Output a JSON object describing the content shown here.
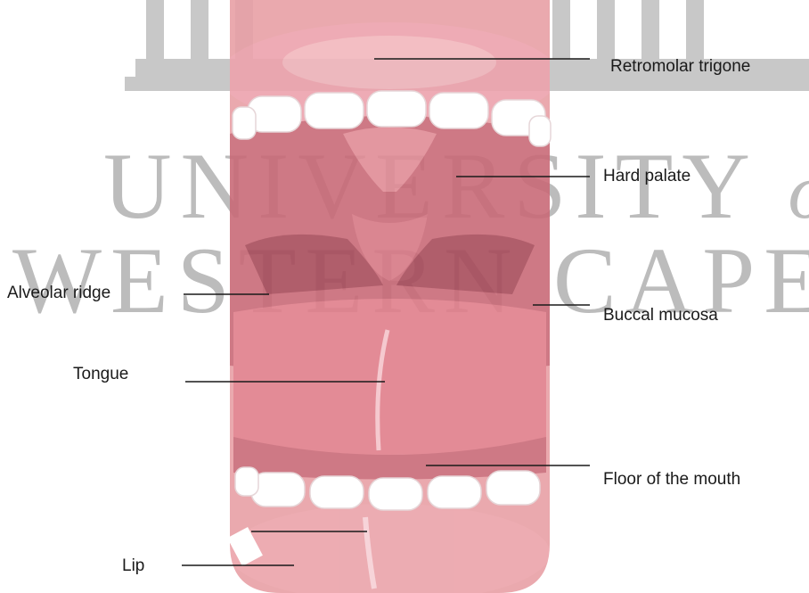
{
  "watermark": {
    "line1_main": "UNIVERSITY",
    "line1_italic": "of the",
    "line2": "WESTERN CAPE",
    "color": "#bcbcbc"
  },
  "labels": {
    "retromolar_trigone": "Retromolar trigone",
    "hard_palate": "Hard palate",
    "alveolar_ridge": "Alveolar ridge",
    "buccal_mucosa": "Buccal mucosa",
    "tongue": "Tongue",
    "floor_of_mouth": "Floor of the mouth",
    "lip": "Lip"
  },
  "colors": {
    "lip": "#e8a0a6",
    "gum": "#eda3ad",
    "palate": "#c96b78",
    "throat": "#a84d5c",
    "tongue": "#e07f8b",
    "teeth": "#ffffff",
    "leader_line": "#1a1a1a"
  }
}
